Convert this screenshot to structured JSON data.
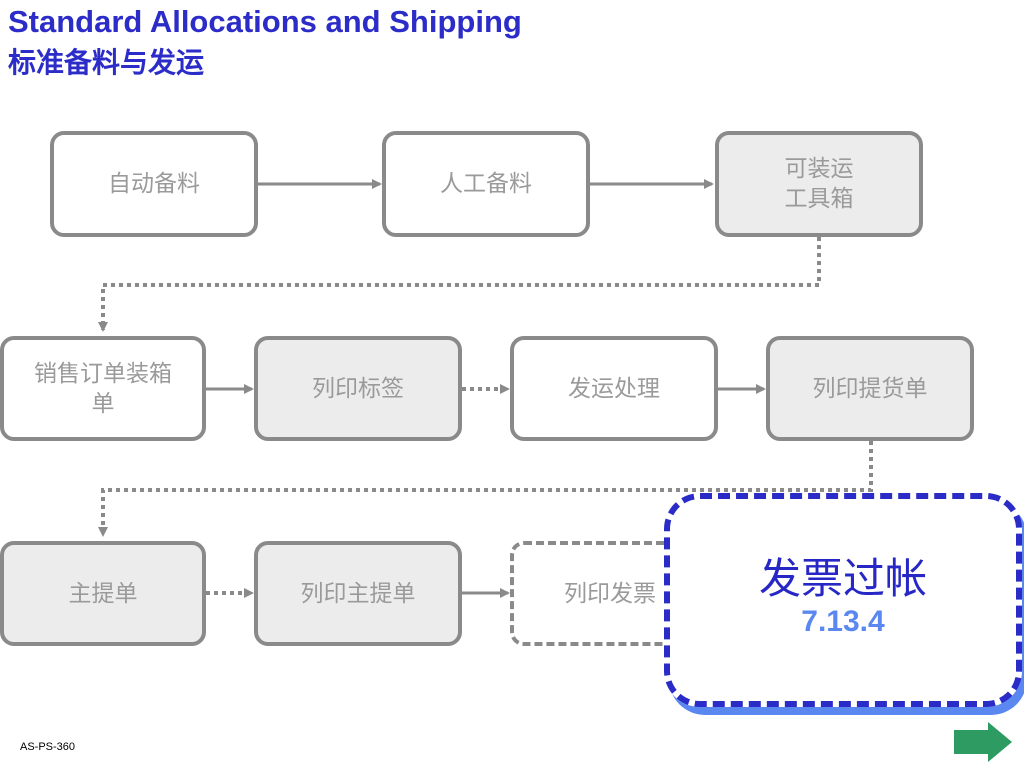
{
  "title": {
    "english": "Standard Allocations and Shipping",
    "chinese": "标准备料与发运"
  },
  "nodes": [
    {
      "label": "自动备料"
    },
    {
      "label": "人工备料"
    },
    {
      "label": "可装运\n工具箱"
    },
    {
      "label": "销售订单装箱\n单"
    },
    {
      "label": "列印标签"
    },
    {
      "label": "发运处理"
    },
    {
      "label": "列印提货单"
    },
    {
      "label": "主提单"
    },
    {
      "label": "列印主提单"
    },
    {
      "label": "列印发票"
    }
  ],
  "callout": {
    "title": "发票过帐",
    "code": "7.13.4",
    "border_color": "#2b2bc8",
    "shadow_color": "#5b88f0"
  },
  "footer": {
    "code": "AS-PS-360",
    "next_icon": "next-arrow-icon"
  },
  "colors": {
    "title": "#2c2cc8",
    "node_border": "#8a8a8a",
    "node_text": "#9a9a9a",
    "node_fill_gray": "#ececec",
    "next_arrow": "#2e9b62"
  }
}
